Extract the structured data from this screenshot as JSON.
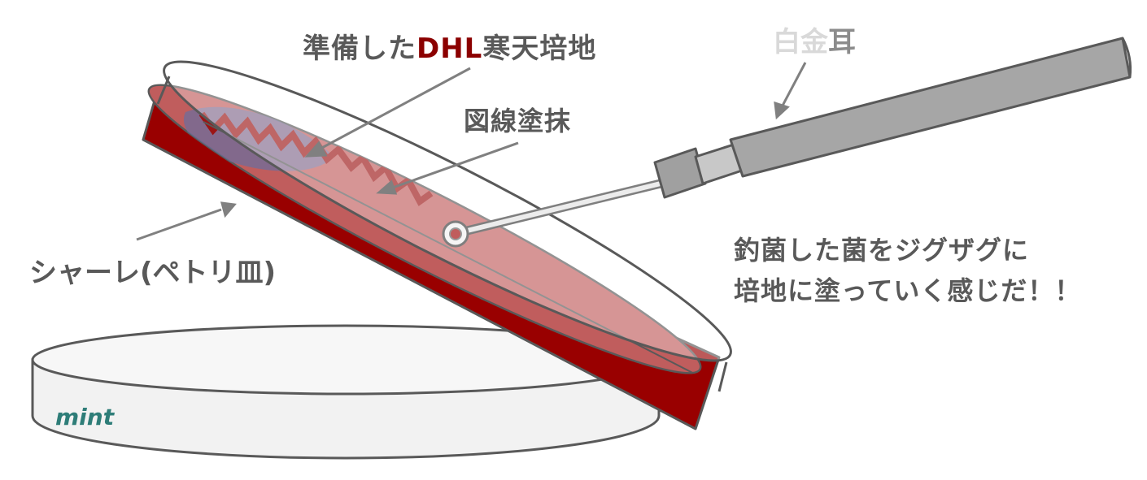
{
  "labels": {
    "medium_pre": "準備した",
    "medium_dhl": "DHL",
    "medium_post": "寒天培地",
    "streak": "図線塗抹",
    "loop_part1": "白金",
    "loop_part2": "耳",
    "dish": "シャーレ(ペトリ皿)"
  },
  "description": {
    "line1": "釣菌した菌をジグザグに",
    "line2": "培地に塗っていく感じだ！！"
  },
  "brand": "mint",
  "colors": {
    "agar_side": "#990000",
    "agar_top": "#c05d5d",
    "streak_lines": "#9b1515",
    "inoculated_area": "#6e6e9c",
    "lid": "#f8f8f8",
    "outline": "#595959",
    "handle": "#a6a6a6",
    "label_text": "#595959",
    "dhl_text": "#8b0000",
    "brand_text": "#2e7d78"
  }
}
